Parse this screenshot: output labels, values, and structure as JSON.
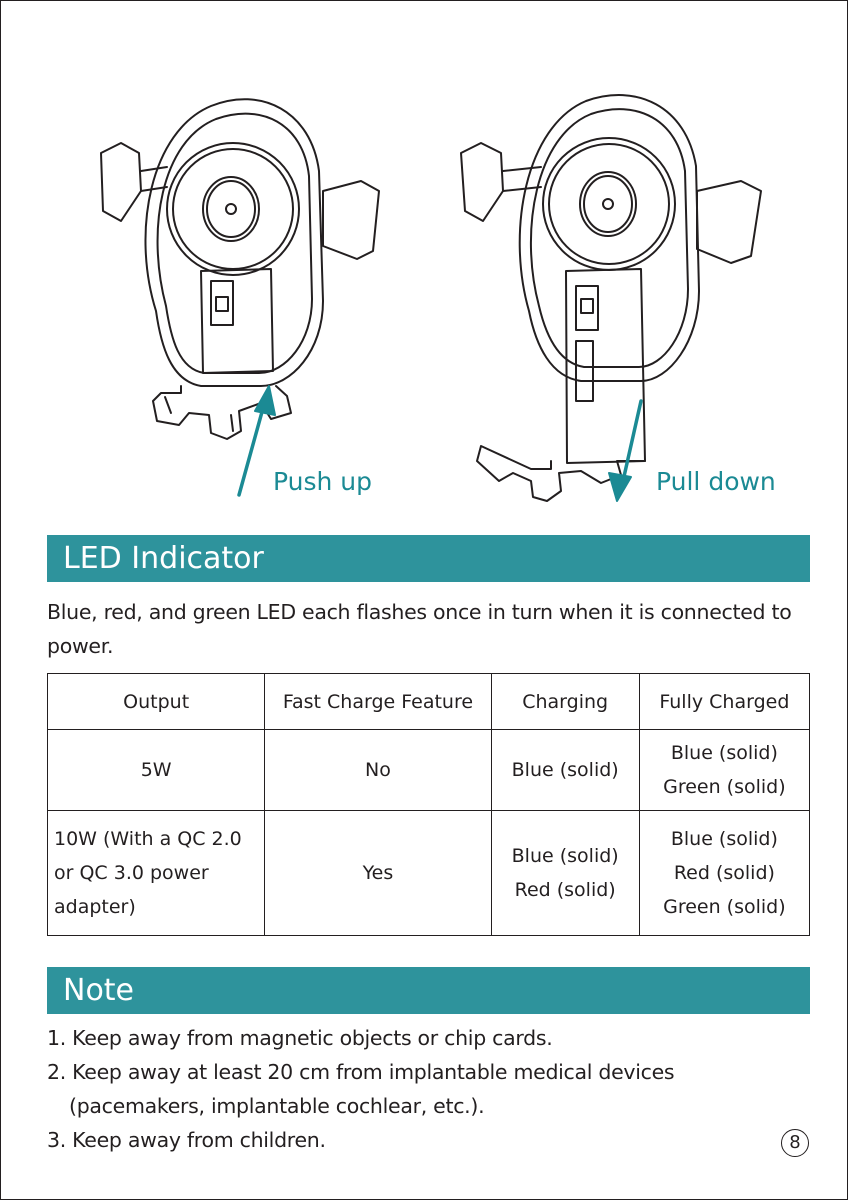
{
  "illustration": {
    "push_label": "Push up",
    "pull_label": "Pull down",
    "accent_color": "#1b8a94"
  },
  "led_section": {
    "heading": "LED Indicator",
    "intro": "Blue, red, and green LED each flashes once in turn when it is connected to power.",
    "bar_color": "#2e939c"
  },
  "table": {
    "headers": [
      "Output",
      "Fast Charge Feature",
      "Charging",
      "Fully Charged"
    ],
    "rows": [
      {
        "output": [
          "5W"
        ],
        "fast_charge": "No",
        "charging": [
          "Blue (solid)"
        ],
        "fully_charged": [
          "Blue (solid)",
          "Green (solid)"
        ]
      },
      {
        "output": [
          "10W (With a QC 2.0",
          "or QC 3.0 power",
          "adapter)"
        ],
        "fast_charge": "Yes",
        "charging": [
          "Blue (solid)",
          "Red (solid)"
        ],
        "fully_charged": [
          "Blue (solid)",
          "Red (solid)",
          "Green (solid)"
        ]
      }
    ]
  },
  "note_section": {
    "heading": "Note",
    "items": [
      "1. Keep away from magnetic objects or chip cards.",
      "2. Keep away at least 20 cm from implantable medical devices",
      "(pacemakers, implantable cochlear, etc.).",
      "3. Keep away from children."
    ]
  },
  "page_number": "8"
}
